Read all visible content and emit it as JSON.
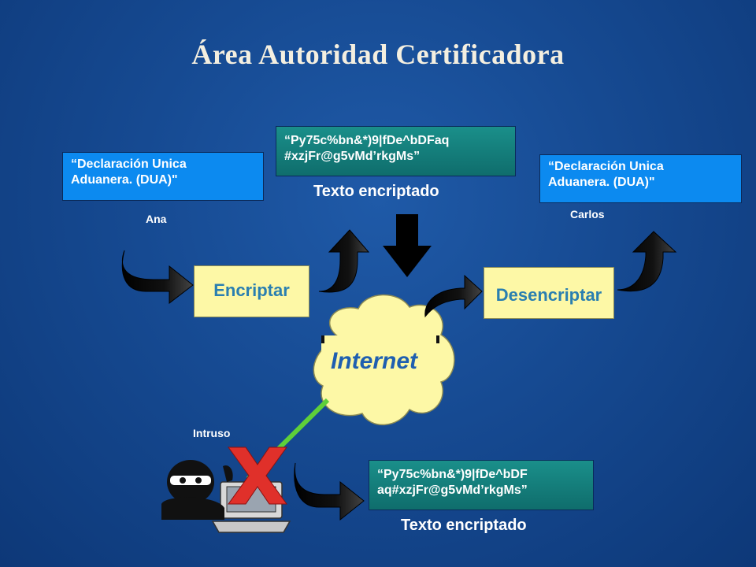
{
  "title": "Área Autoridad Certificadora",
  "messages": {
    "left": {
      "line1": "“Declaración Unica",
      "line2": "Aduanera. (DUA)\""
    },
    "center_top": {
      "line1": "“Py75c%bn&*)9|fDe^bDFaq",
      "line2": "#xzjFr@g5vMd’rkgMs”"
    },
    "right": {
      "line1": "“Declaración Unica",
      "line2": "Aduanera. (DUA)\""
    },
    "bottom": {
      "line1": "“Py75c%bn&*)9|fDe^bDF",
      "line2": "aq#xzjFr@g5vMd’rkgMs”"
    }
  },
  "captions": {
    "top": "Texto encriptado",
    "bottom": "Texto encriptado"
  },
  "names": {
    "sender": "Ana",
    "receiver": "Carlos",
    "intruder": "Intruso"
  },
  "boxes": {
    "encrypt": "Encriptar",
    "decrypt": "Desencriptar"
  },
  "cloud": {
    "label": "Internet"
  },
  "icons": {
    "arrows": "curved-arrow-icon",
    "intruder": "burglar-computer-icon",
    "blocked": "red-x-icon"
  },
  "colors": {
    "message_blue": "#0c8af0",
    "encrypted_teal": "#137d7a",
    "process_box": "#fdf8a6",
    "cloud": "#fdf8a6"
  }
}
